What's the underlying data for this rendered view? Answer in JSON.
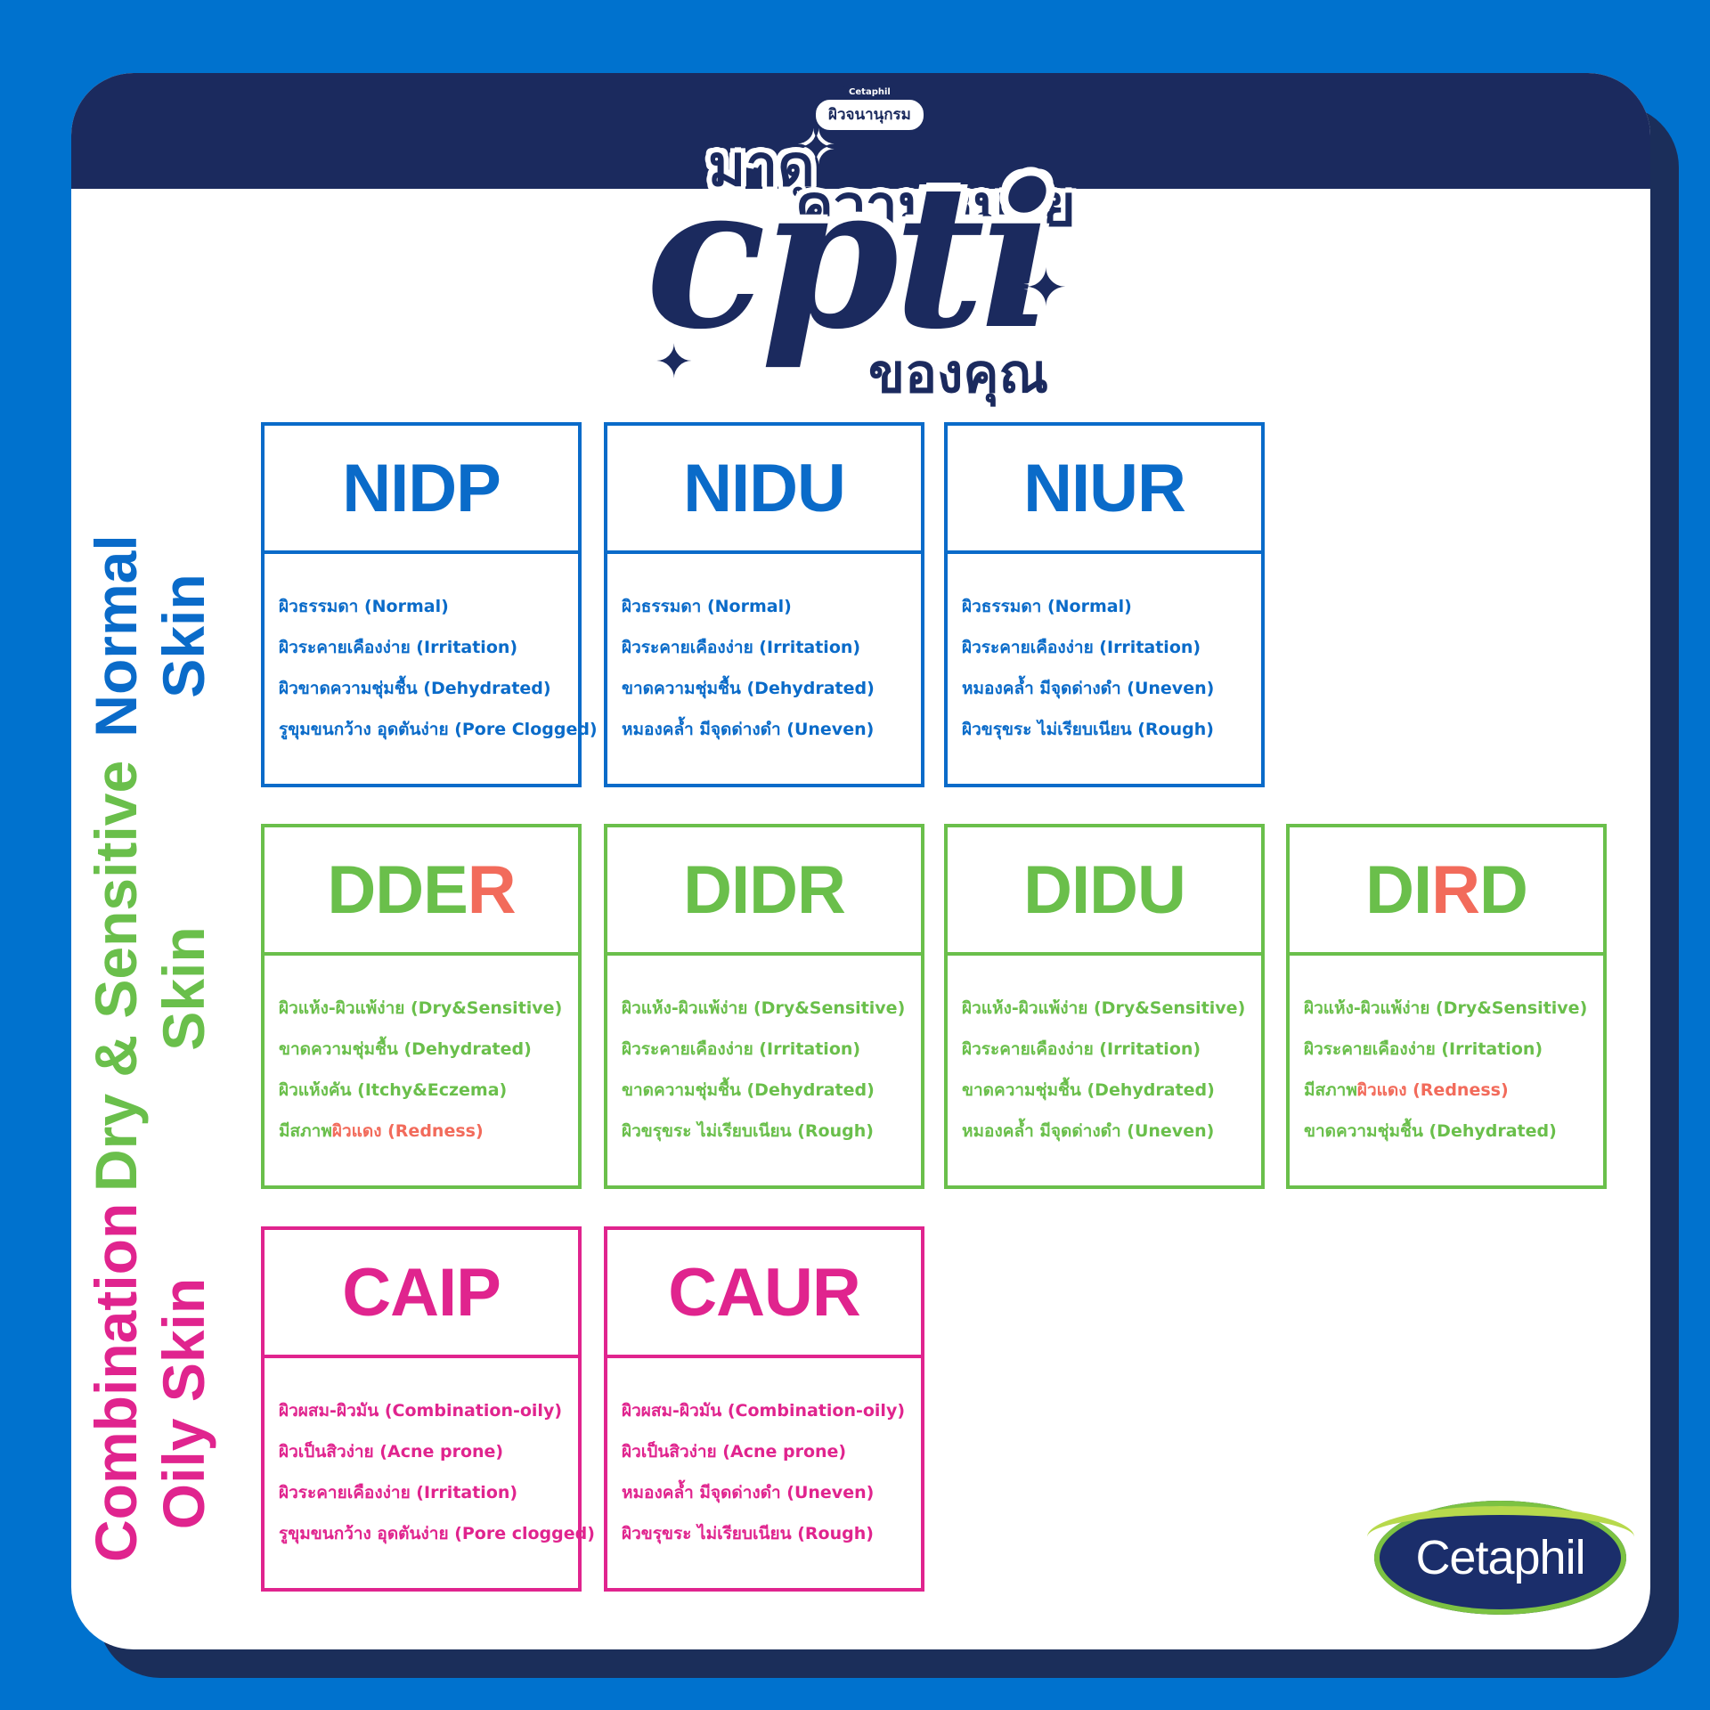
{
  "header": {
    "mini_logo": "Cetaphil",
    "brand_tag": "ผิวจนานุกรม",
    "line1": "มาดู",
    "line2": "ความหมาย",
    "big": "cpti",
    "line3": "ของคุณ"
  },
  "rows": [
    {
      "label_line1": "Normal",
      "label_line2": "Skin"
    },
    {
      "label_line1": "Dry & Sensitive",
      "label_line2": "Skin"
    },
    {
      "label_line1": "Combination",
      "label_line2": "Oily Skin"
    }
  ],
  "colors": {
    "blue": "#0A6BC9",
    "green": "#6ABF4B",
    "pink": "#E0248E",
    "red": "#F26B5B",
    "navy": "#1B2A5E",
    "background": "#0072CE"
  },
  "boxes": {
    "nidp": {
      "code": "NIDP",
      "items": [
        "ผิวธรรมดา (Normal)",
        "ผิวระคายเคืองง่าย (Irritation)",
        "ผิวขาดความชุ่มชื้น (Dehydrated)",
        "รูขุมขนกว้าง อุดตันง่าย (Pore Clogged)"
      ]
    },
    "nidu": {
      "code": "NIDU",
      "items": [
        "ผิวธรรมดา (Normal)",
        "ผิวระคายเคืองง่าย (Irritation)",
        "ขาดความชุ่มชื้น (Dehydrated)",
        "หมองคล้ำ มีจุดด่างดำ (Uneven)"
      ]
    },
    "niur": {
      "code": "NIUR",
      "items": [
        "ผิวธรรมดา (Normal)",
        "ผิวระคายเคืองง่าย (Irritation)",
        "หมองคล้ำ มีจุดด่างดำ (Uneven)",
        "ผิวขรุขระ ไม่เรียบเนียน (Rough)"
      ]
    },
    "dder": {
      "code_main": "DDE",
      "code_accent": "R",
      "items": [
        "ผิวแห้ง-ผิวแพ้ง่าย (Dry&Sensitive)",
        "ขาดความชุ่มชื้น (Dehydrated)",
        "ผิวแห้งคัน (Itchy&Eczema)"
      ],
      "item4_prefix": "มีสภาพ",
      "item4_accent": "ผิวแดง (Redness)"
    },
    "didr": {
      "code": "DIDR",
      "items": [
        "ผิวแห้ง-ผิวแพ้ง่าย (Dry&Sensitive)",
        "ผิวระคายเคืองง่าย (Irritation)",
        "ขาดความชุ่มชื้น (Dehydrated)",
        "ผิวขรุขระ ไม่เรียบเนียน (Rough)"
      ]
    },
    "didu": {
      "code": "DIDU",
      "items": [
        "ผิวแห้ง-ผิวแพ้ง่าย (Dry&Sensitive)",
        "ผิวระคายเคืองง่าย (Irritation)",
        "ขาดความชุ่มชื้น (Dehydrated)",
        "หมองคล้ำ มีจุดด่างดำ (Uneven)"
      ]
    },
    "dird": {
      "code_pre": "DI",
      "code_accent": "R",
      "code_post": "D",
      "items": [
        "ผิวแห้ง-ผิวแพ้ง่าย (Dry&Sensitive)",
        "ผิวระคายเคืองง่าย (Irritation)"
      ],
      "item3_prefix": "มีสภาพ",
      "item3_accent": "ผิวแดง (Redness)",
      "item4": "ขาดความชุ่มชื้น (Dehydrated)"
    },
    "caip": {
      "code": "CAIP",
      "items": [
        "ผิวผสม-ผิวมัน (Combination-oily)",
        "ผิวเป็นสิวง่าย (Acne prone)",
        "ผิวระคายเคืองง่าย (Irritation)",
        "รูขุมขนกว้าง อุดตันง่าย (Pore clogged)"
      ]
    },
    "caur": {
      "code": "CAUR",
      "items": [
        "ผิวผสม-ผิวมัน (Combination-oily)",
        "ผิวเป็นสิวง่าย (Acne prone)",
        "หมองคล้ำ มีจุดด่างดำ (Uneven)",
        "ผิวขรุขระ ไม่เรียบเนียน (Rough)"
      ]
    }
  },
  "logo": {
    "text": "Cetaphil"
  }
}
